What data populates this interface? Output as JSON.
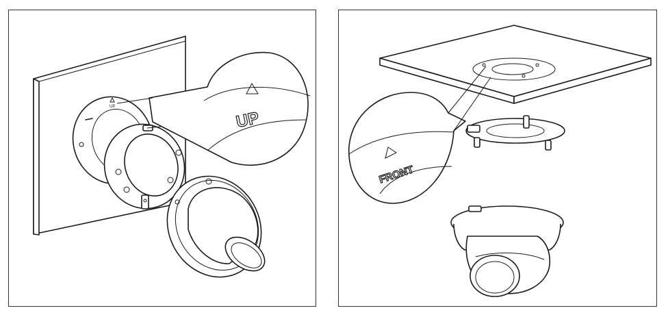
{
  "left_panel": {
    "callout_label": "UP",
    "mark_label": "UP"
  },
  "right_panel": {
    "callout_label": "FRONT"
  },
  "colors": {
    "line": "#1a1a1a",
    "background": "#ffffff"
  }
}
